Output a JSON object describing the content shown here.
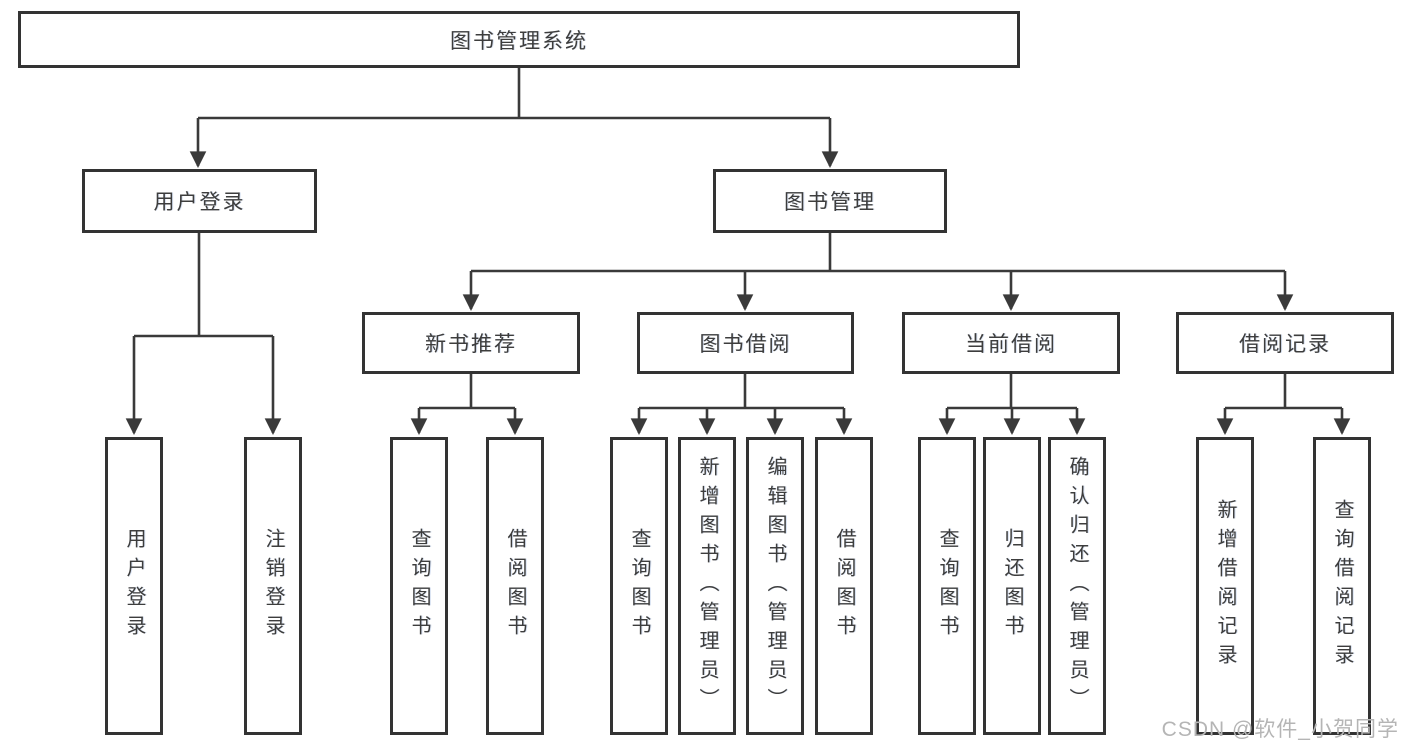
{
  "tree": {
    "root": {
      "label": "图书管理系统"
    },
    "branches": [
      {
        "label": "用户登录",
        "children": [
          {
            "label": "用户登录"
          },
          {
            "label": "注销登录"
          }
        ]
      },
      {
        "label": "图书管理",
        "children": [
          {
            "label": "新书推荐",
            "children": [
              {
                "label": "查询图书"
              },
              {
                "label": "借阅图书"
              }
            ]
          },
          {
            "label": "图书借阅",
            "children": [
              {
                "label": "查询图书"
              },
              {
                "label": "新增图书（管理员）"
              },
              {
                "label": "编辑图书（管理员）"
              },
              {
                "label": "借阅图书"
              }
            ]
          },
          {
            "label": "当前借阅",
            "children": [
              {
                "label": "查询图书"
              },
              {
                "label": "归还图书"
              },
              {
                "label": "确认归还（管理员）"
              }
            ]
          },
          {
            "label": "借阅记录",
            "children": [
              {
                "label": "新增借阅记录"
              },
              {
                "label": "查询借阅记录"
              }
            ]
          }
        ]
      }
    ]
  },
  "watermark": {
    "text": "CSDN @软件_小贺同学"
  },
  "colors": {
    "line": "#3a3a3a",
    "box_border": "#333333",
    "box_background": "#ffffff",
    "text": "#3d3d3d",
    "watermark": "#b5b5b5"
  }
}
